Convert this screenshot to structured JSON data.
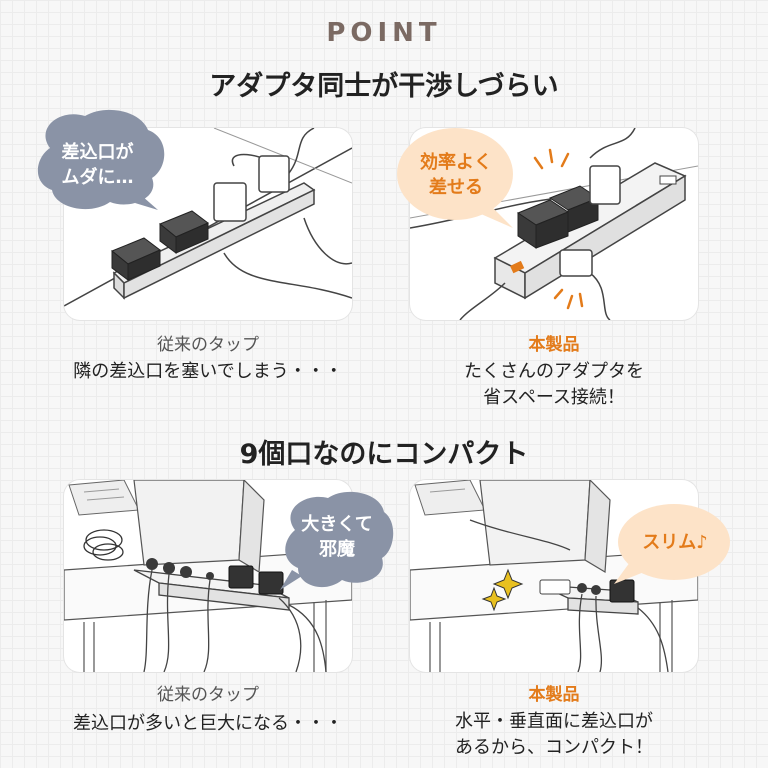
{
  "header": {
    "point_label": "POINT"
  },
  "section1": {
    "title": "アダプタ同士が干渉しづらい",
    "left": {
      "bubble": [
        "差込口が",
        "ムダに…"
      ],
      "kind": "従来のタップ",
      "lines": [
        "隣の差込口を塞いでしまう・・・"
      ]
    },
    "right": {
      "bubble": [
        "効率よく",
        "差せる"
      ],
      "kind": "本製品",
      "lines": [
        "たくさんのアダプタを",
        "省スペース接続！"
      ]
    }
  },
  "section2": {
    "title": "9個口なのにコンパクト",
    "left": {
      "bubble": [
        "大きくて",
        "邪魔"
      ],
      "kind": "従来のタップ",
      "lines": [
        "差込口が多いと巨大になる・・・"
      ]
    },
    "right": {
      "bubble": [
        "スリム♪"
      ],
      "kind": "本製品",
      "lines": [
        "水平・垂直面に差込口が",
        "あるから、コンパクト！"
      ]
    }
  },
  "colors": {
    "orange": "#e37b1a",
    "grey_bubble": "#8a93a6",
    "peach_bubble": "#fde3c8",
    "adapter_dark": "#3c3c3c"
  }
}
